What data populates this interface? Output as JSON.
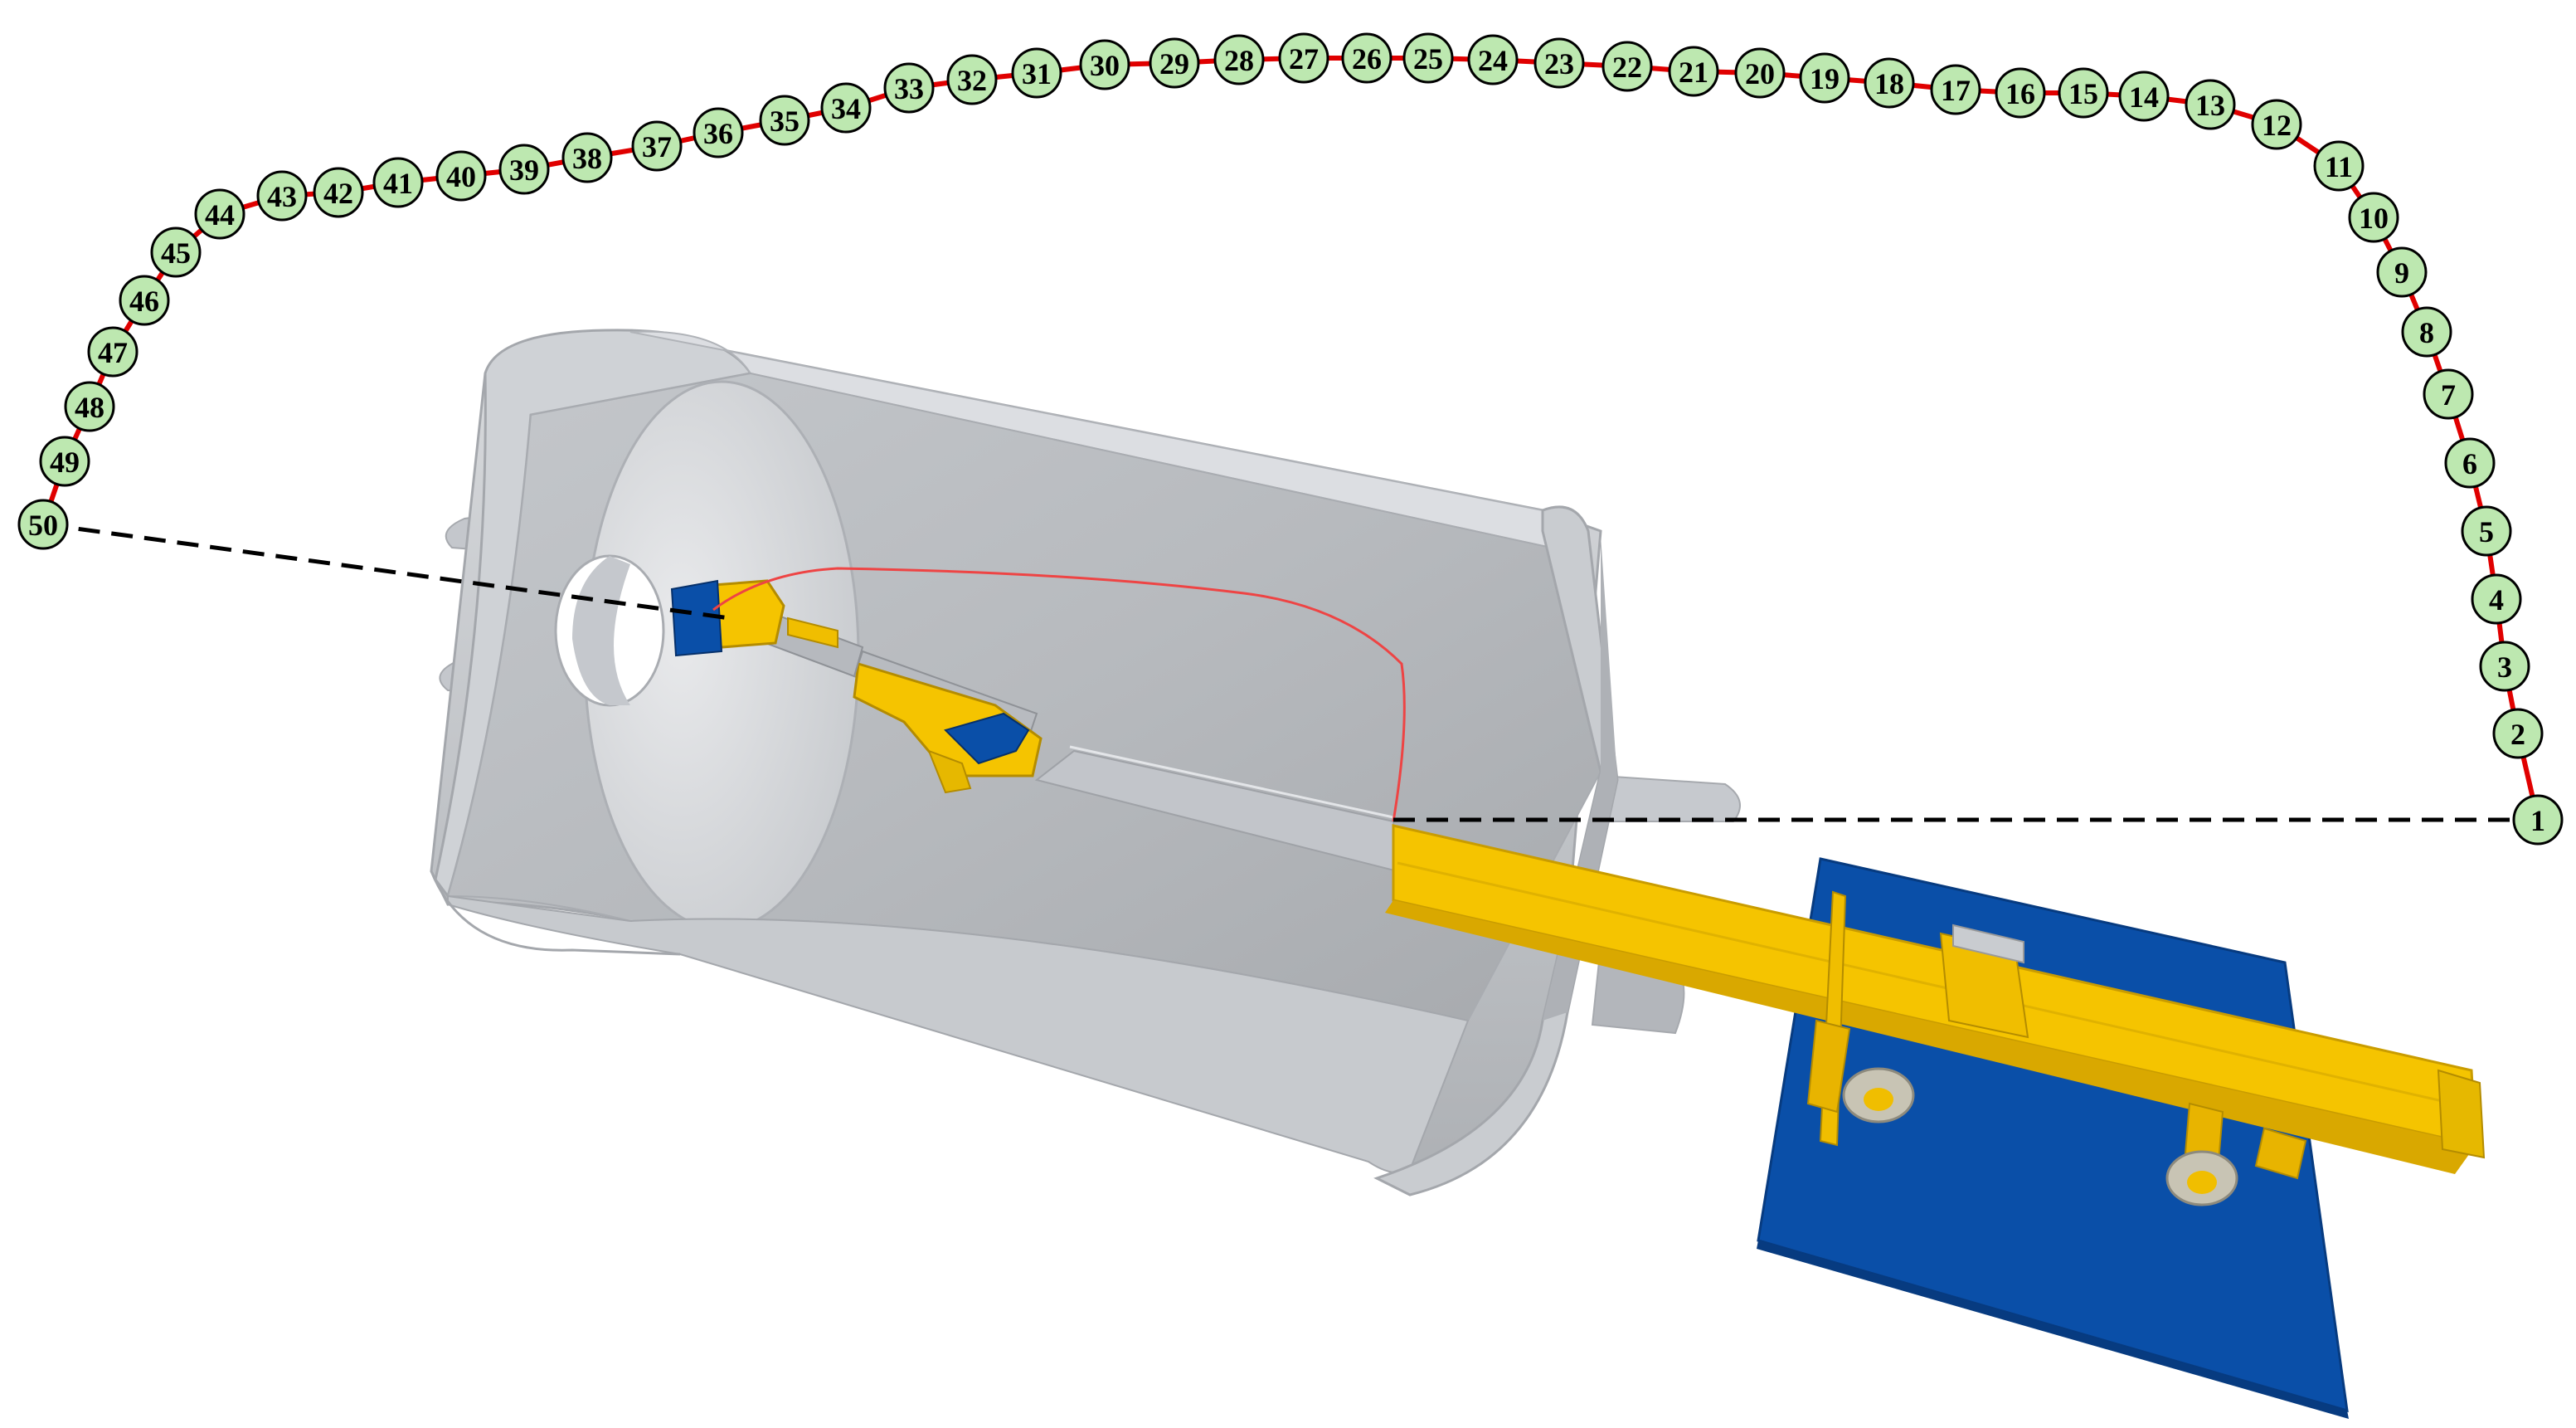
{
  "diagram": {
    "node_count": 50,
    "node_labels": [
      "1",
      "2",
      "3",
      "4",
      "5",
      "6",
      "7",
      "8",
      "9",
      "10",
      "11",
      "12",
      "13",
      "14",
      "15",
      "16",
      "17",
      "18",
      "19",
      "20",
      "21",
      "22",
      "23",
      "24",
      "25",
      "26",
      "27",
      "28",
      "29",
      "30",
      "31",
      "32",
      "33",
      "34",
      "35",
      "36",
      "37",
      "38",
      "39",
      "40",
      "41",
      "42",
      "43",
      "44",
      "45",
      "46",
      "47",
      "48",
      "49",
      "50"
    ],
    "colors": {
      "node_fill": "#bde8b0",
      "node_stroke": "#000000",
      "path_line": "#e00000",
      "guide_dashed": "#000000",
      "trajectory": "#ee4444",
      "vessel_light": "#d2d4d8",
      "vessel_mid": "#b9bcc1",
      "vessel_dark": "#9ea2a8",
      "boom_yellow": "#f5c400",
      "boom_shadow": "#d9a800",
      "base_blue": "#0a4fa8",
      "wheel": "#c8c4b4"
    }
  }
}
